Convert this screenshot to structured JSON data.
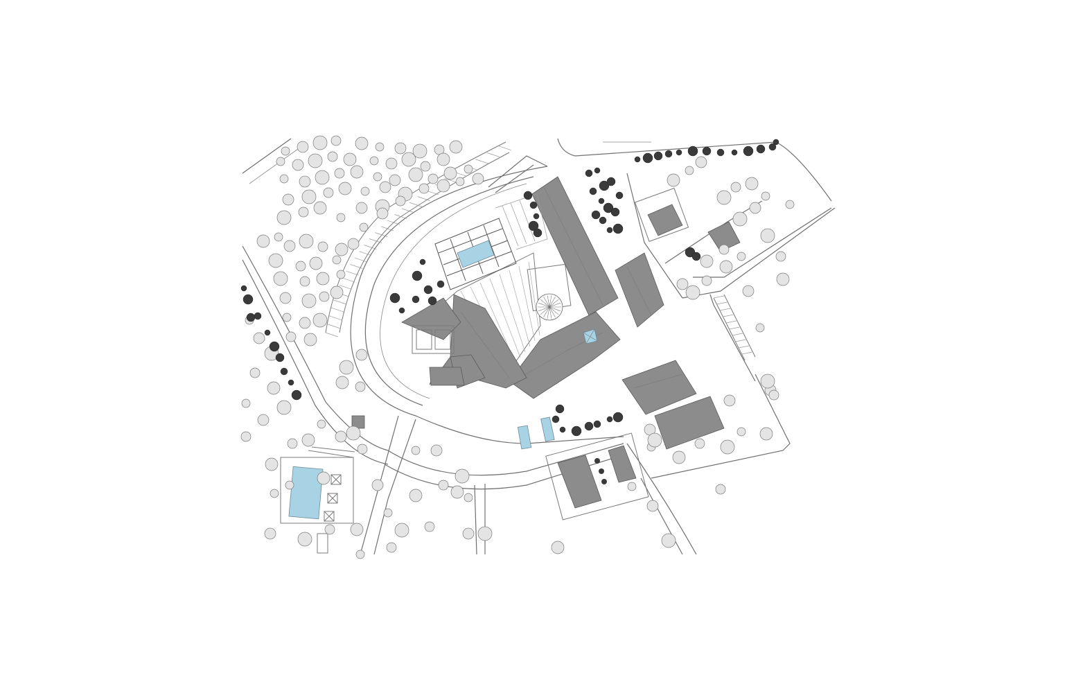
{
  "colors": {
    "background": "#ffffff",
    "building_roof": "#8c8c8c",
    "pool_water": "#a8d3e5",
    "tree_light": "#e4e4e4",
    "tree_dark": "#3a3a3a",
    "line": "#6f6f6f"
  },
  "legend": "none",
  "map_elements": {
    "buildings": [
      "main-wing-north",
      "main-wing-central",
      "main-wing-west",
      "east-pavilion",
      "south-east-block",
      "south-east-hall",
      "south-garage-left",
      "south-garage-right",
      "north-east-annex",
      "east-small-block",
      "lodge-roof",
      "kiosk"
    ],
    "pools": [
      "cloister-pool",
      "south-west-pool",
      "courtyard-pool-left",
      "courtyard-pool-right",
      "skylight"
    ],
    "features": [
      "olive-grove",
      "cypress-row",
      "ring-road",
      "central-courtyard",
      "feature-tree",
      "stepped-terraces"
    ]
  }
}
